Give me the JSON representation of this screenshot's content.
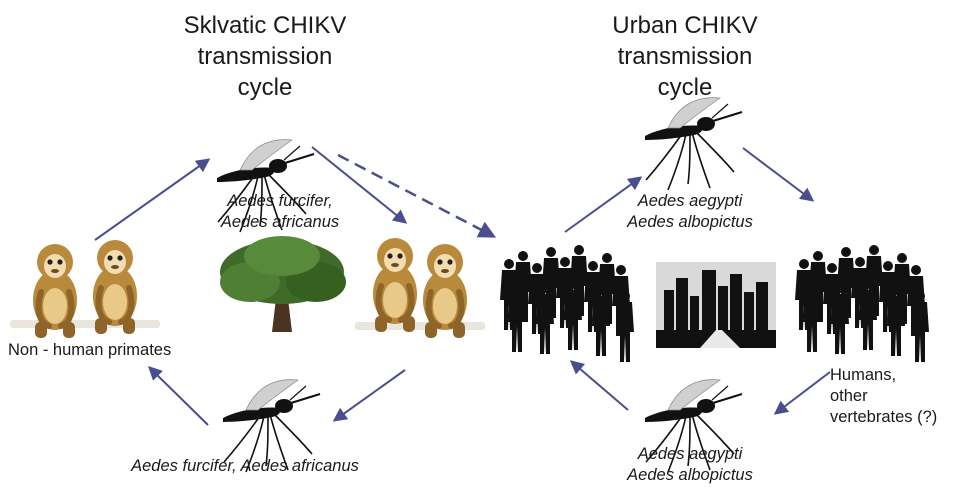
{
  "sylvatic": {
    "title": "Sklvatic CHIKV\ntransmission\ncycle",
    "vector_top": "Aedes furcifer,\nAedes africanus",
    "vector_bottom": "Aedes furcifer, Aedes africanus",
    "host_label": "Non - human primates"
  },
  "urban": {
    "title": "Urban CHIKV\ntransmission\ncycle",
    "vector_top": "Aedes aegypti\nAedes albopictus",
    "vector_bottom": "Aedes aegypti\nAedes albopictus",
    "host_label": "Humans,\nother\nvertebrates (?)"
  },
  "colors": {
    "arrow": "#4a4e8f",
    "silhouette": "#111111",
    "tree": "#3f6b2a",
    "primate_fur": "#b98a3c"
  },
  "icons": [
    "mosquito-icon",
    "primate-icon",
    "tree-icon",
    "human-crowd-icon",
    "city-icon"
  ]
}
